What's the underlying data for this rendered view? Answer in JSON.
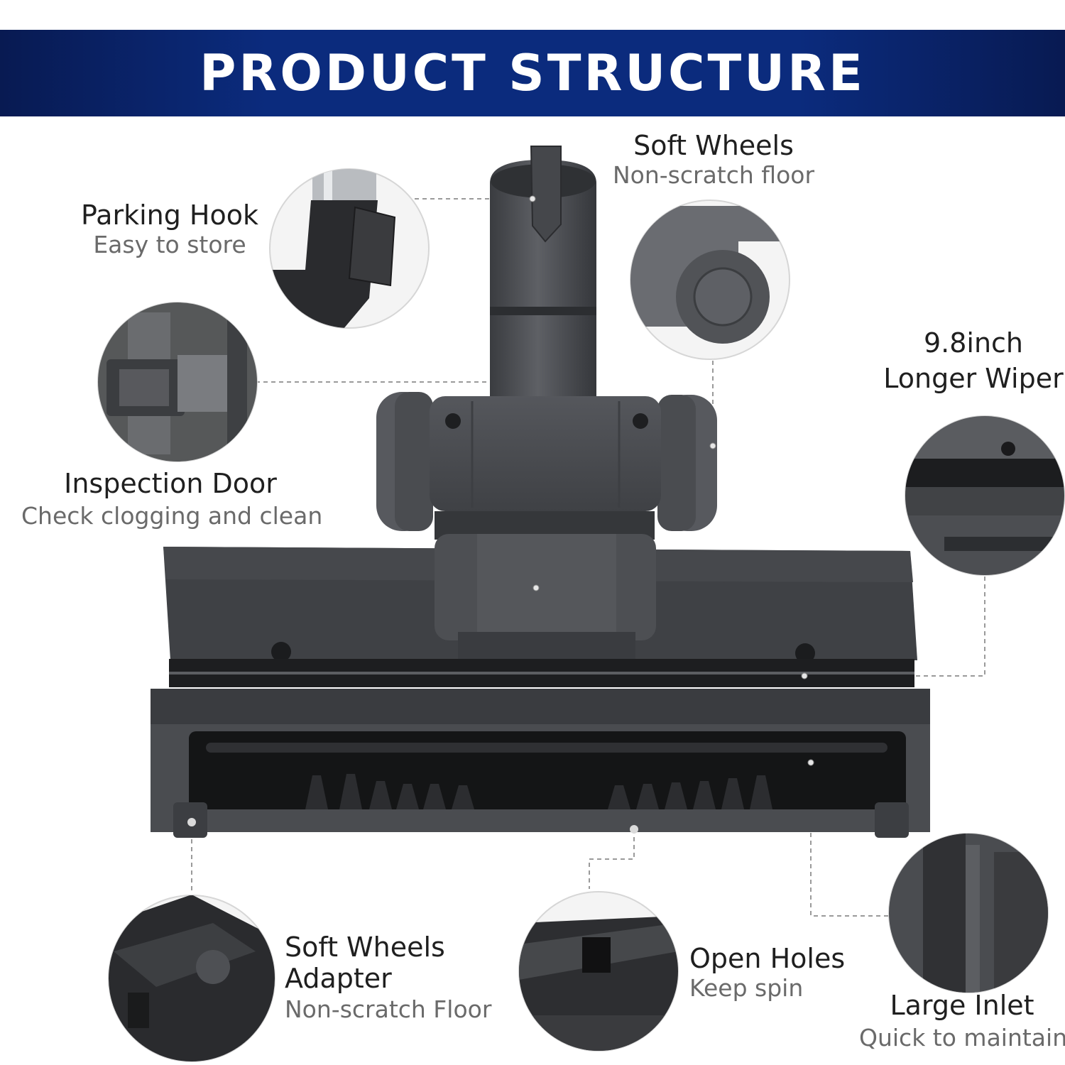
{
  "banner": {
    "title": "PRODUCT STRUCTURE"
  },
  "colors": {
    "banner": "#0b2b7d",
    "product": "#4b4d52",
    "dark": "#2a2b2e",
    "title_text": "#ffffff"
  },
  "features": {
    "parking_hook": {
      "title": "Parking Hook",
      "subtitle": "Easy to store"
    },
    "soft_wheels": {
      "title": "Soft Wheels",
      "subtitle": "Non-scratch floor"
    },
    "wiper": {
      "title_line1": "9.8inch",
      "title_line2": "Longer Wiper"
    },
    "inspection_door": {
      "title": "Inspection Door",
      "subtitle": "Check clogging and clean"
    },
    "wheels_adapter": {
      "title_line1": "Soft Wheels",
      "title_line2": "Adapter",
      "subtitle": "Non-scratch Floor"
    },
    "open_holes": {
      "title": "Open Holes",
      "subtitle": "Keep spin"
    },
    "large_inlet": {
      "title": "Large Inlet",
      "subtitle": "Quick to maintain"
    }
  }
}
